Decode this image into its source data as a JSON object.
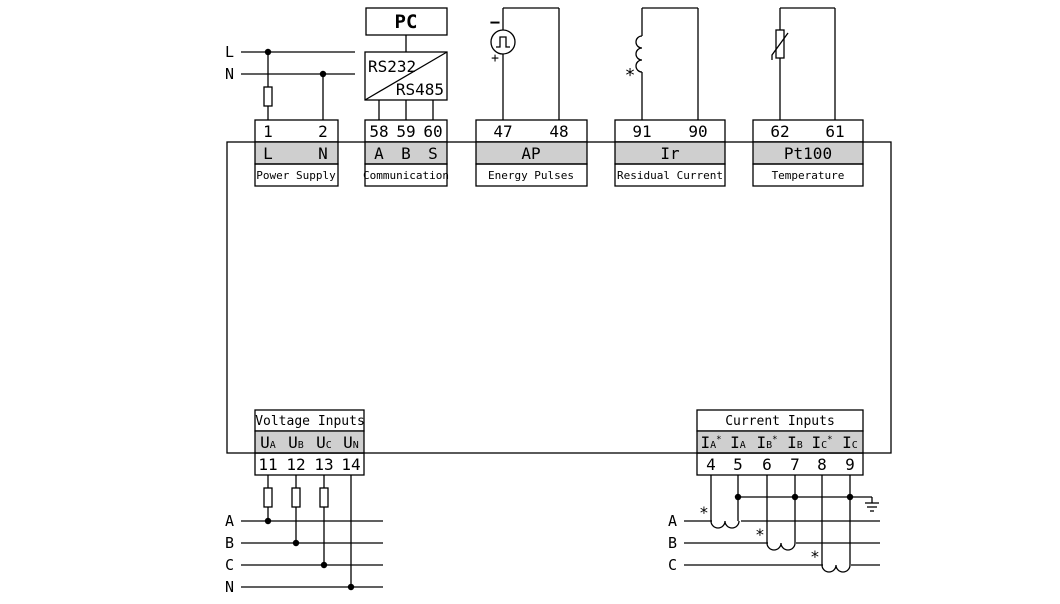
{
  "supply_lines": [
    "L",
    "N"
  ],
  "pc": {
    "label": "PC",
    "rs232": "RS232",
    "rs485": "RS485"
  },
  "pulse_symbol": {
    "minus": "−",
    "plus": "+"
  },
  "residual_mark": "*",
  "blocks": [
    {
      "terminals": [
        "1",
        "2"
      ],
      "signals": [
        "L",
        "N"
      ],
      "caption": "Power Supply"
    },
    {
      "terminals": [
        "58",
        "59",
        "60"
      ],
      "signals": [
        "A",
        "B",
        "S"
      ],
      "caption": "Communication"
    },
    {
      "terminals": [
        "47",
        "48"
      ],
      "signal": "AP",
      "caption": "Energy Pulses"
    },
    {
      "terminals": [
        "91",
        "90"
      ],
      "signal": "Ir",
      "caption": "Residual Current"
    },
    {
      "terminals": [
        "62",
        "61"
      ],
      "signal": "Pt100",
      "caption": "Temperature"
    }
  ],
  "voltage_inputs": {
    "header": "Voltage Inputs",
    "signals": [
      {
        "main": "U",
        "sub": "A"
      },
      {
        "main": "U",
        "sub": "B"
      },
      {
        "main": "U",
        "sub": "C"
      },
      {
        "main": "U",
        "sub": "N"
      }
    ],
    "terminals": [
      "11",
      "12",
      "13",
      "14"
    ]
  },
  "current_inputs": {
    "header": "Current Inputs",
    "signals": [
      {
        "main": "I",
        "sub": "A",
        "star": "*"
      },
      {
        "main": "I",
        "sub": "A",
        "star": ""
      },
      {
        "main": "I",
        "sub": "B",
        "star": "*"
      },
      {
        "main": "I",
        "sub": "B",
        "star": ""
      },
      {
        "main": "I",
        "sub": "C",
        "star": "*"
      },
      {
        "main": "I",
        "sub": "C",
        "star": ""
      }
    ],
    "terminals": [
      "4",
      "5",
      "6",
      "7",
      "8",
      "9"
    ]
  },
  "voltage_lines": [
    "A",
    "B",
    "C",
    "N"
  ],
  "current_lines": [
    "A",
    "B",
    "C"
  ],
  "ct_mark": "*",
  "colors": {
    "line": "#000000",
    "signal_fill": "#cfcfcf",
    "background": "#ffffff"
  }
}
